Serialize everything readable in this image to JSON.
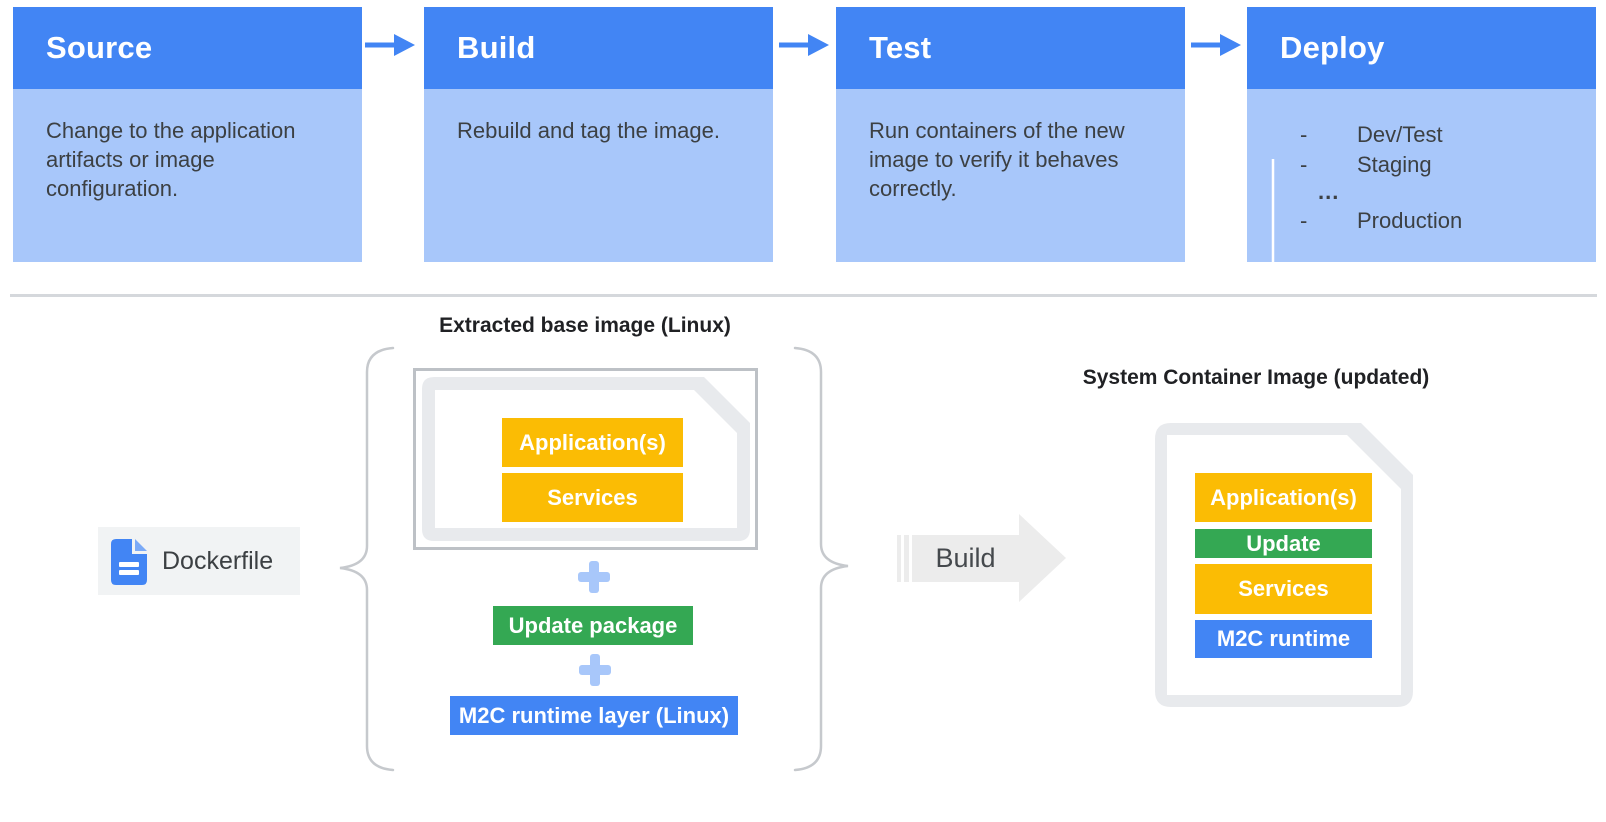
{
  "pipeline": {
    "stages": [
      {
        "title": "Source",
        "description": "Change to the application artifacts or image configuration."
      },
      {
        "title": "Build",
        "description": "Rebuild and tag the image."
      },
      {
        "title": "Test",
        "description": "Run containers of the new image to verify it behaves correctly."
      },
      {
        "title": "Deploy",
        "bullet": "-",
        "ellipsis": "...",
        "targets": [
          "Dev/Test",
          "Staging",
          "Production"
        ]
      }
    ]
  },
  "build_flow": {
    "dockerfile_label": "Dockerfile",
    "plus_sign": "+",
    "base_image": {
      "title": "Extracted base image (Linux)",
      "layers": [
        {
          "label": "Application(s)",
          "color": "#FBBC04"
        },
        {
          "label": "Services",
          "color": "#FBBC04"
        }
      ]
    },
    "update_package": {
      "label": "Update package",
      "color": "#34A853"
    },
    "runtime_layer": {
      "label": "M2C runtime layer (Linux)",
      "color": "#4285F4"
    },
    "build_arrow_label": "Build",
    "result_image": {
      "title": "System Container Image (updated)",
      "layers": [
        {
          "label": "Application(s)",
          "color": "#FBBC04"
        },
        {
          "label": "Update",
          "color": "#34A853"
        },
        {
          "label": "Services",
          "color": "#FBBC04"
        },
        {
          "label": "M2C runtime",
          "color": "#4285F4"
        }
      ]
    }
  },
  "colors": {
    "stage_header_blue": "#4285F4",
    "stage_body_blue": "#A8C7FA",
    "arrow_blue": "#4285F4",
    "plus_light_blue": "#A8C7FA",
    "document_gray": "#E8EAED",
    "build_arrow_gray": "#ECECEC",
    "border_gray": "#BDC1C6",
    "text_dark": "#3C4043"
  }
}
